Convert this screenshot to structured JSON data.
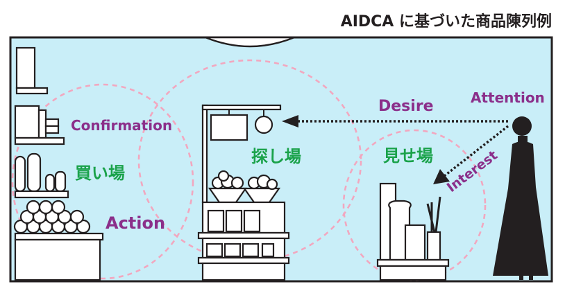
{
  "title": "AIDCA に基づいた商品陳列例",
  "stages": {
    "attention": "Attention",
    "interest": "Interest",
    "desire": "Desire",
    "confirmation": "Confirmation",
    "action": "Action"
  },
  "zones": {
    "show": "見せ場",
    "search": "探し場",
    "buy": "買い場"
  },
  "colors": {
    "background": "#c9eef8",
    "stage_text": "#8b2f8a",
    "zone_text": "#1aa24a",
    "zone_circle": "#f2a7bf",
    "ink": "#231f20"
  }
}
